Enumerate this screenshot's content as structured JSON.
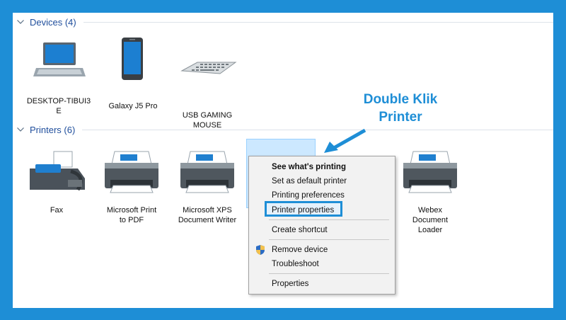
{
  "groups": {
    "devices": {
      "label": "Devices (4)"
    },
    "printers": {
      "label": "Printers (6)"
    }
  },
  "devices": [
    {
      "label": "DESKTOP-TIBUI3\nE",
      "icon": "laptop-icon"
    },
    {
      "label": "Galaxy J5 Pro",
      "icon": "smartphone-icon"
    },
    {
      "label": "USB GAMING\nMOUSE",
      "icon": "keyboard-icon"
    }
  ],
  "printers": [
    {
      "label": "Fax",
      "icon": "fax-icon"
    },
    {
      "label": "Microsoft Print\nto PDF",
      "icon": "printer-icon"
    },
    {
      "label": "Microsoft XPS\nDocument Writer",
      "icon": "printer-icon"
    },
    {
      "label": "Webex\nDocument\nLoader",
      "icon": "printer-icon"
    }
  ],
  "context_menu": {
    "items": [
      {
        "label": "See what's printing",
        "bold": true
      },
      {
        "label": "Set as default printer"
      },
      {
        "label": "Printing preferences"
      },
      {
        "label": "Printer properties",
        "highlighted": true
      },
      {
        "label": "Create shortcut"
      },
      {
        "label": "Remove device",
        "icon": "shield-icon"
      },
      {
        "label": "Troubleshoot"
      },
      {
        "label": "Properties"
      }
    ]
  },
  "annotation": {
    "text": "Double Klik\nPrinter",
    "color": "#1e8ed6"
  },
  "colors": {
    "frame": "#1e8ed6",
    "group_label": "#1f4e9c",
    "selection": "#cce8ff"
  }
}
